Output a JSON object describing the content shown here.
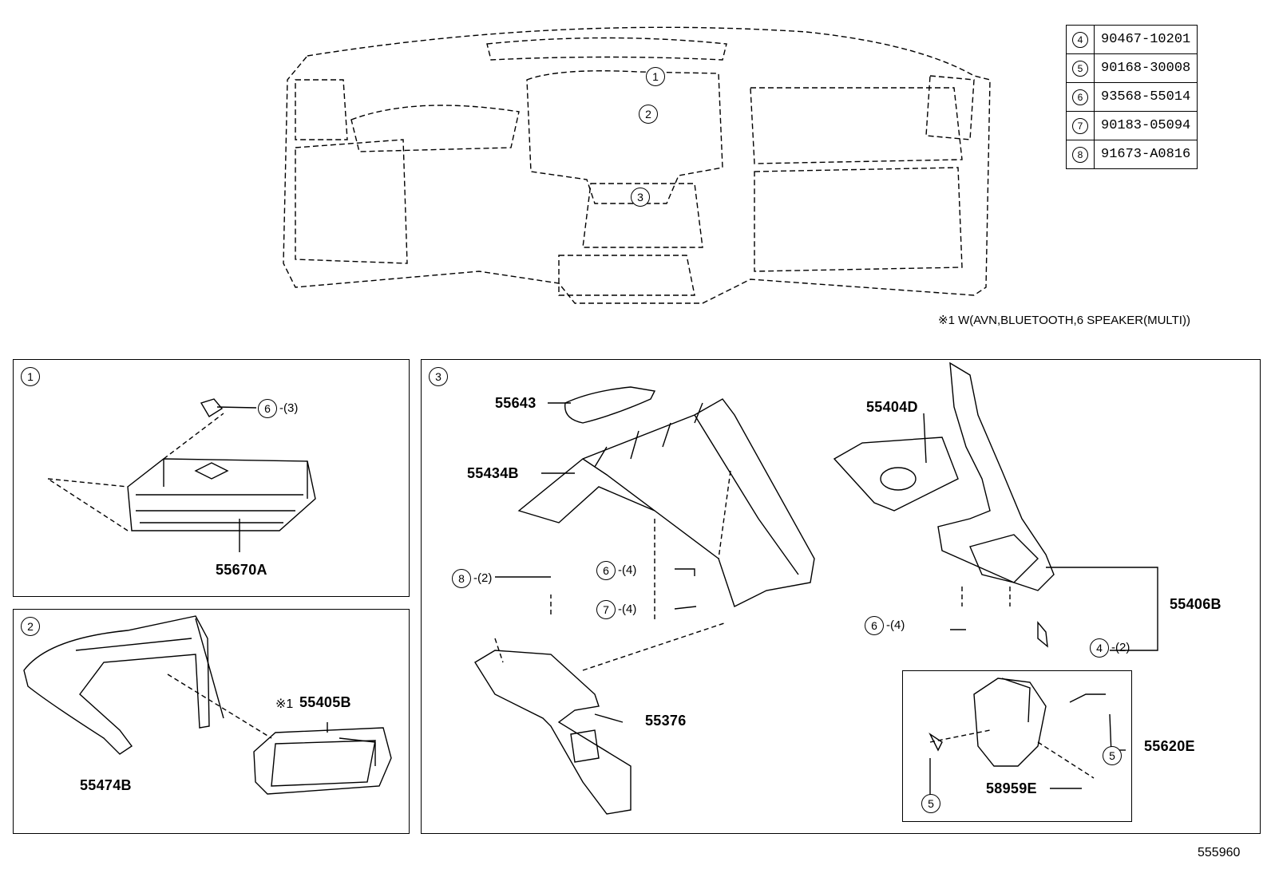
{
  "parts_table": [
    {
      "ref": "4",
      "part": "90467-10201"
    },
    {
      "ref": "5",
      "part": "90168-30008"
    },
    {
      "ref": "6",
      "part": "93568-55014"
    },
    {
      "ref": "7",
      "part": "90183-05094"
    },
    {
      "ref": "8",
      "part": "91673-A0816"
    }
  ],
  "callouts_main": [
    "1",
    "2",
    "3"
  ],
  "note": "※1 W(AVN,BLUETOOTH,6 SPEAKER(MULTI))",
  "panel1": {
    "num": "1",
    "fastener": "6",
    "fastener_qty": "-(3)",
    "part": "55670A"
  },
  "panel2": {
    "num": "2",
    "part_a": "55474B",
    "part_b": "55405B",
    "part_b_mark": "※1"
  },
  "panel3": {
    "num": "3",
    "parts": [
      "55643",
      "55434B",
      "55376",
      "55404D",
      "55406B",
      "55620E",
      "58959E"
    ],
    "fasteners": [
      {
        "ref": "8",
        "qty": "-(2)"
      },
      {
        "ref": "6",
        "qty": "-(4)"
      },
      {
        "ref": "7",
        "qty": "-(4)"
      },
      {
        "ref": "6",
        "qty": "-(4)"
      },
      {
        "ref": "4",
        "qty": "-(2)"
      },
      {
        "ref": "5",
        "qty": ""
      },
      {
        "ref": "5",
        "qty": ""
      }
    ]
  },
  "diagram_id": "555960"
}
